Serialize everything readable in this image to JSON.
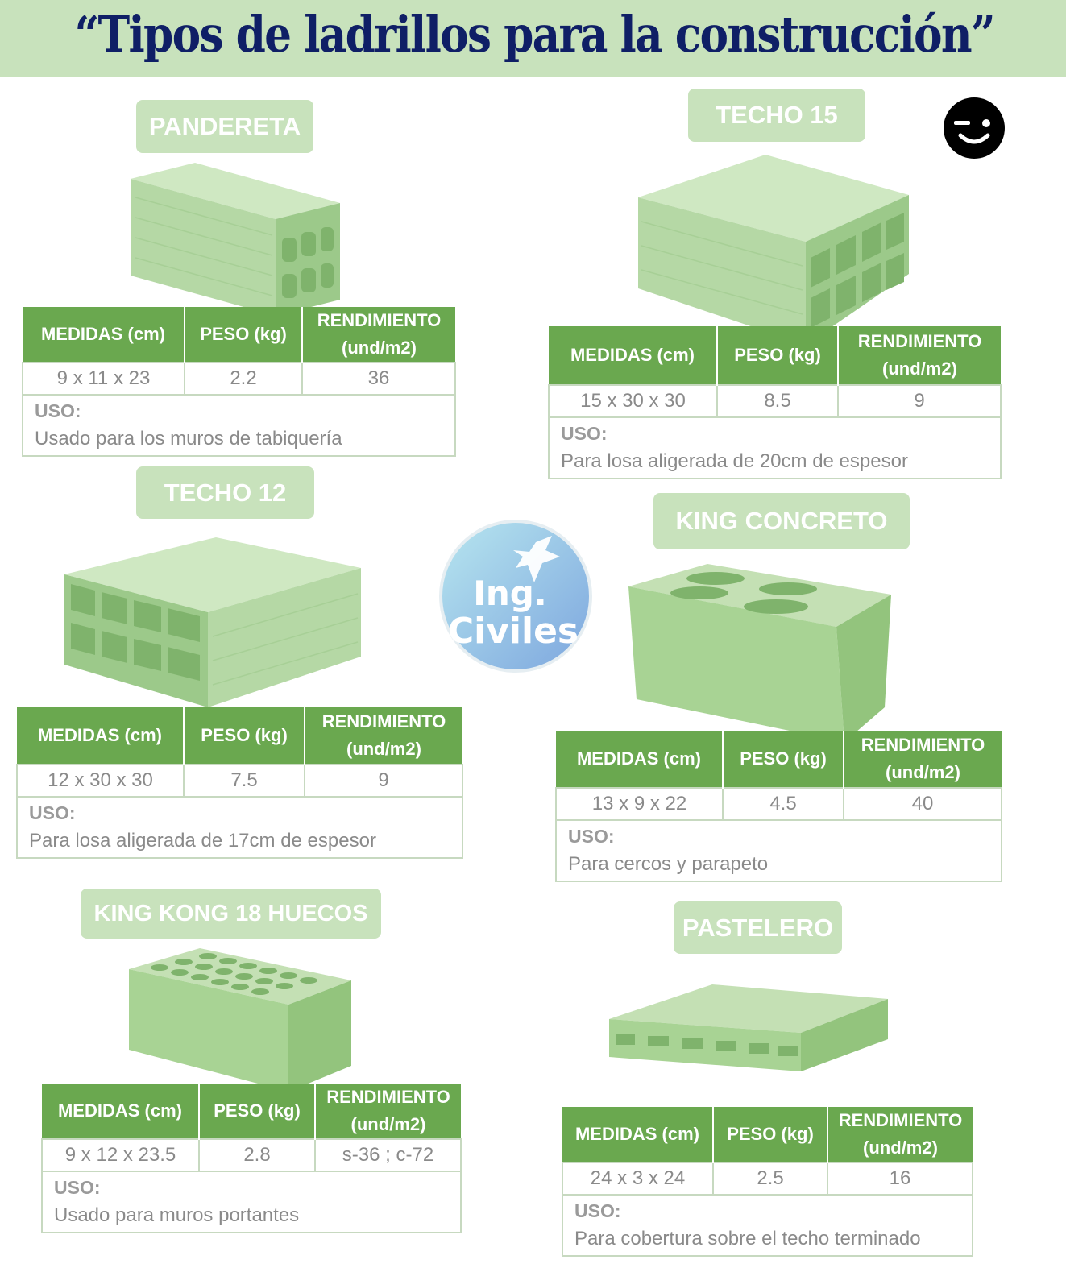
{
  "title": "“Tipos de ladrillos para la construcción”",
  "headers": {
    "medidas": "MEDIDAS (cm)",
    "peso": "PESO (kg)",
    "rendimiento_1": "RENDIMIENTO",
    "rendimiento_2": "(und/m2)",
    "uso": "USO:"
  },
  "logo": {
    "line1": "Ing.",
    "line2": "Civiles"
  },
  "bricks": [
    {
      "name": "PANDERETA",
      "medidas": "9 x 11 x 23",
      "peso": "2.2",
      "rendimiento": "36",
      "uso": "Usado para los muros de tabiquería"
    },
    {
      "name": "TECHO 15",
      "medidas": "15 x 30 x 30",
      "peso": "8.5",
      "rendimiento": "9",
      "uso": "Para losa aligerada de 20cm de espesor"
    },
    {
      "name": "TECHO 12",
      "medidas": "12 x 30 x 30",
      "peso": "7.5",
      "rendimiento": "9",
      "uso": "Para losa aligerada de 17cm de espesor"
    },
    {
      "name": "KING CONCRETO",
      "medidas": "13 x 9 x 22",
      "peso": "4.5",
      "rendimiento": "40",
      "uso": "Para cercos y parapeto"
    },
    {
      "name": "KING KONG 18 HUECOS",
      "medidas": "9 x 12 x 23.5",
      "peso": "2.8",
      "rendimiento": "s-36 ; c-72",
      "uso": "Usado para muros portantes"
    },
    {
      "name": "PASTELERO",
      "medidas": "24 x 3 x 24",
      "peso": "2.5",
      "rendimiento": "16",
      "uso": "Para cobertura sobre el techo terminado"
    }
  ]
}
